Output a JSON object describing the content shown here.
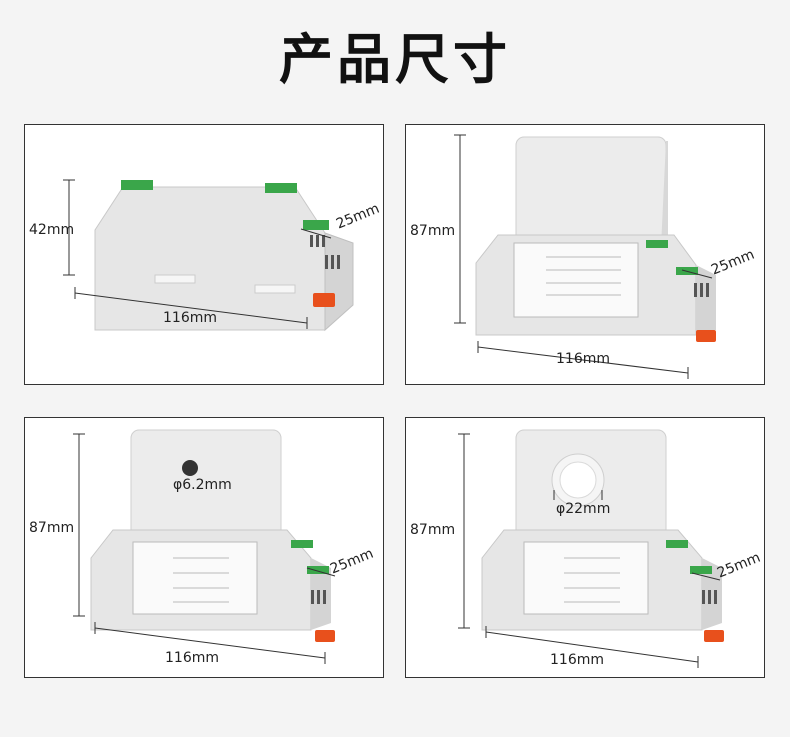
{
  "page": {
    "title": "产品尺寸"
  },
  "panels": [
    {
      "height_label": "42mm",
      "depth_label": "25mm",
      "width_label": "116mm",
      "hole_label": ""
    },
    {
      "height_label": "87mm",
      "depth_label": "25mm",
      "width_label": "116mm",
      "hole_label": ""
    },
    {
      "height_label": "87mm",
      "depth_label": "25mm",
      "width_label": "116mm",
      "hole_label": "φ6.2mm"
    },
    {
      "height_label": "87mm",
      "depth_label": "25mm",
      "width_label": "116mm",
      "hole_label": "φ22mm"
    }
  ]
}
